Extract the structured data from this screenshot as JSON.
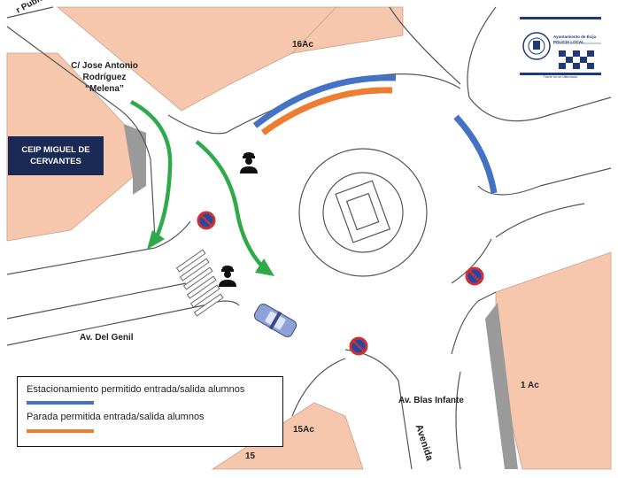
{
  "streets": {
    "top_left_partial": "r Pubio",
    "jose_antonio": [
      "C/ Jose Antonio",
      "Rodríguez",
      "“Melena”"
    ],
    "av_genil": "Av. Del Genil",
    "av_blas": "Av. Blas Infante",
    "avenida_partial": "Avenida"
  },
  "plots": {
    "p16ac": "16Ac",
    "p15ac": "15Ac",
    "p15": "15",
    "p1ac": "1 Ac"
  },
  "school": [
    "CEIP MIGUEL DE",
    "CERVANTES"
  ],
  "legend": {
    "items": [
      {
        "label": "Estacionamiento permitido entrada/salida alumnos",
        "color": "#4472c4"
      },
      {
        "label": "Parada permitida entrada/salida alumnos",
        "color": "#ed7d31"
      }
    ]
  },
  "logo": {
    "line1": "Ayuntamiento de Écija",
    "line2": "POLICÍA LOCAL",
    "footer": "Fuerte Ivo de Ultimolacio"
  },
  "colors": {
    "parking": "#4472c4",
    "stop": "#ed7d31",
    "arrow": "#2eaa4a",
    "no_parking_ring": "#d32f2f",
    "no_parking_fill": "#1f4aa8",
    "building": "#f6c7ad",
    "building_shadow": "#9a9a9a",
    "school_box": "#1b2a55",
    "police_car": "#8fa2d8"
  },
  "icons": [
    "police-officer-icon",
    "police-officer-icon",
    "no-parking-sign-icon",
    "police-car-icon",
    "police-badge-icon"
  ]
}
